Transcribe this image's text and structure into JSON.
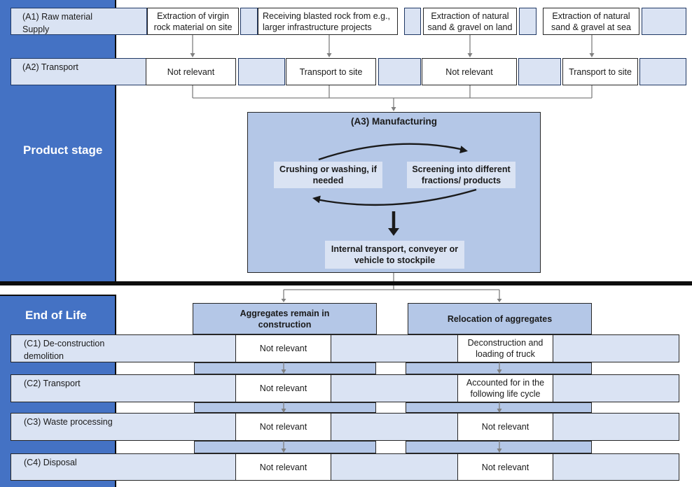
{
  "sidebar": {
    "product_stage": "Product stage",
    "end_of_life": "End of Life"
  },
  "row_a1": {
    "label": "(A1) Raw material\nSupply",
    "cells": [
      "Extraction of virgin\nrock material on site",
      "Receiving blasted rock from e.g.,\nlarger infrastructure projects",
      "Extraction of natural\nsand & gravel on land",
      "Extraction of natural\nsand & gravel at sea"
    ]
  },
  "row_a2": {
    "label": "(A2) Transport",
    "cells": [
      "Not relevant",
      "Transport to site",
      "Not relevant",
      "Transport to site"
    ]
  },
  "a3": {
    "title": "(A3) Manufacturing",
    "crushing": "Crushing or washing, if\nneeded",
    "screening": "Screening into different\nfractions/ products",
    "internal_transport": "Internal transport, conveyer or\nvehicle to stockpile"
  },
  "end_of_life": {
    "headers": [
      "Aggregates remain in\nconstruction",
      "Relocation of aggregates"
    ],
    "rows": [
      {
        "label": "(C1) De-construction\ndemolition",
        "remain": "Not relevant",
        "relocation": "Deconstruction and\nloading of truck"
      },
      {
        "label": "(C2) Transport",
        "remain": "Not relevant",
        "relocation": "Accounted for in the\nfollowing life cycle"
      },
      {
        "label": "(C3) Waste processing",
        "remain": "Not relevant",
        "relocation": "Not relevant"
      },
      {
        "label": "(C4) Disposal",
        "remain": "Not relevant",
        "relocation": "Not relevant"
      }
    ]
  },
  "colors": {
    "accent_blue": "#4472C4",
    "light_blue": "#DAE3F3",
    "medium_blue": "#B4C7E7",
    "dark_border": "#203864",
    "box_border": "#262626",
    "connector_gray": "#808080",
    "divider_black": "#0d0d0d"
  }
}
